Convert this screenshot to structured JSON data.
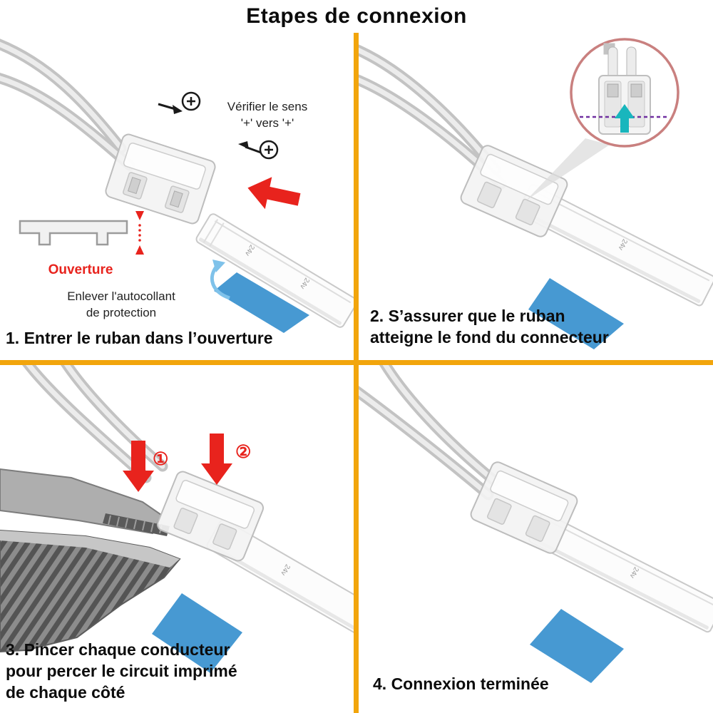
{
  "title": "Etapes de connexion",
  "strip_label": "24v",
  "colors": {
    "divider": "#F2A50C",
    "arrow_red": "#E8231D",
    "tape_blue": "#4799D2"
  },
  "panel1": {
    "verify_line1": "Vérifier le sens",
    "verify_line2": "'+' vers '+'",
    "ouverture": "Ouverture",
    "peel_line1": "Enlever l'autocollant",
    "peel_line2": "de protection",
    "caption": "1. Entrer le ruban dans l’ouverture"
  },
  "panel2": {
    "caption_line1": "2. S’assurer que le ruban",
    "caption_line2": "atteigne le fond du connecteur"
  },
  "panel3": {
    "marker1": "①",
    "marker2": "②",
    "caption_line1": "3. Pincer chaque conducteur",
    "caption_line2": "pour percer le circuit imprimé",
    "caption_line3": "de chaque côté"
  },
  "panel4": {
    "caption": "4. Connexion terminée"
  }
}
